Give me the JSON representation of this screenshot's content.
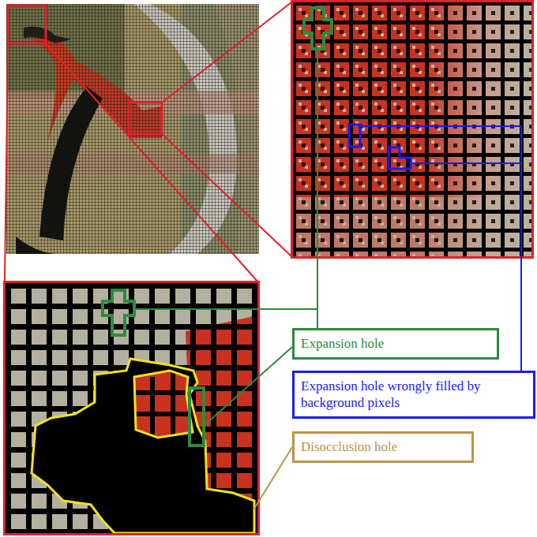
{
  "diagram": {
    "nodes": [
      {
        "text": [
          "Expansion hole"
        ]
      },
      {
        "text": [
          "Expansion hole wrongly filled by background pixels"
        ]
      },
      {
        "text": [
          "Disocclusion hole"
        ]
      }
    ]
  }
}
